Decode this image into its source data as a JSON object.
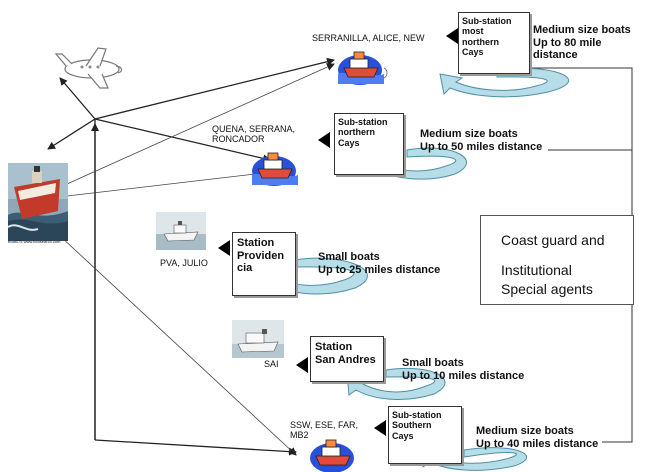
{
  "colors": {
    "arrow_fill": "#b7dde8",
    "arrow_stroke": "#4f8fa6",
    "boat_blue": "#2a4fd8",
    "line": "#222222"
  },
  "icons": [
    "plane-icon",
    "ship-painting-icon",
    "blue-boat-icon",
    "photo-boat-icon",
    "curved-arrow-icon",
    "triangle-pointer-icon"
  ],
  "locations": {
    "serranilla": "SERRANILLA, ALICE, NEW",
    "quena": "QUENA, SERRANA,\nRONCADOR",
    "pva": "PVA, JULIO",
    "sai": "SAI",
    "ssw": "SSW, ESE, FAR,\nMB2"
  },
  "stations": {
    "most_northern": "Sub-station\nmost\nnorthern\nCays",
    "northern": "Sub-station\nnorthern\nCays",
    "providencia": "Station\nProviden\ncia",
    "san_andres": "Station\nSan Andres",
    "southern": "Sub-station\nSouthern\nCays"
  },
  "descriptions": {
    "most_northern": "Medium size boats\nUp to 80 mile distance",
    "northern": "Medium size boats\nUp to 50 miles distance",
    "providencia": "Small boats\nUp to 25 miles distance",
    "san_andres": "Small boats\nUp to 10 miles distance",
    "southern": "Medium size boats\nUp to 40 miles distance"
  },
  "coast_guard": {
    "line1": "Coast guard and",
    "line2": "Institutional",
    "line3": "Special agents"
  },
  "painting_caption": "boat075 www.fotosearch.com"
}
